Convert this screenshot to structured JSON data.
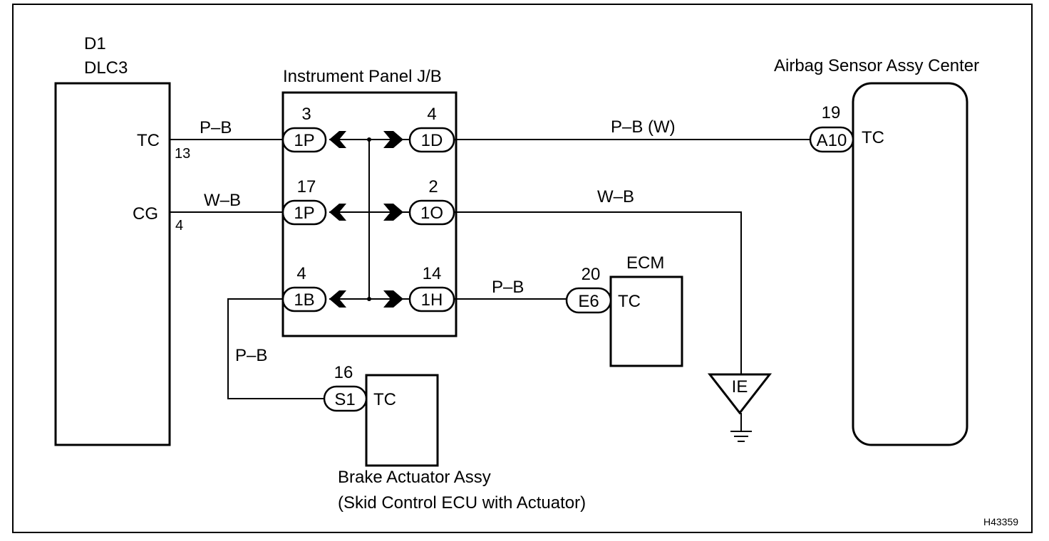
{
  "dlc3": {
    "id": "D1",
    "name": "DLC3",
    "pins": {
      "tc": "TC",
      "tc_no": "13",
      "cg": "CG",
      "cg_no": "4"
    }
  },
  "junction_box": {
    "title": "Instrument Panel J/B"
  },
  "connectors": {
    "l1": {
      "code": "1P",
      "pin": "3"
    },
    "l2": {
      "code": "1P",
      "pin": "17"
    },
    "l3": {
      "code": "1B",
      "pin": "4"
    },
    "r1": {
      "code": "1D",
      "pin": "4"
    },
    "r2": {
      "code": "1O",
      "pin": "2"
    },
    "r3": {
      "code": "1H",
      "pin": "14"
    },
    "airbag": {
      "code": "A10",
      "pin": "19"
    },
    "ecm": {
      "code": "E6",
      "pin": "20"
    },
    "brake": {
      "code": "S1",
      "pin": "16"
    }
  },
  "wires": {
    "tc_dlc": "P–B",
    "cg_dlc": "W–B",
    "airbag": "P–B (W)",
    "ground": "W–B",
    "ecm": "P–B",
    "brake": "P–B"
  },
  "airbag": {
    "title": "Airbag Sensor Assy Center",
    "terminal": "TC"
  },
  "ecm": {
    "title": "ECM",
    "terminal": "TC"
  },
  "brake": {
    "line1": "Brake Actuator Assy",
    "line2": "(Skid Control ECU with Actuator)",
    "terminal": "TC"
  },
  "ground": {
    "label": "IE"
  },
  "figure_id": "H43359"
}
